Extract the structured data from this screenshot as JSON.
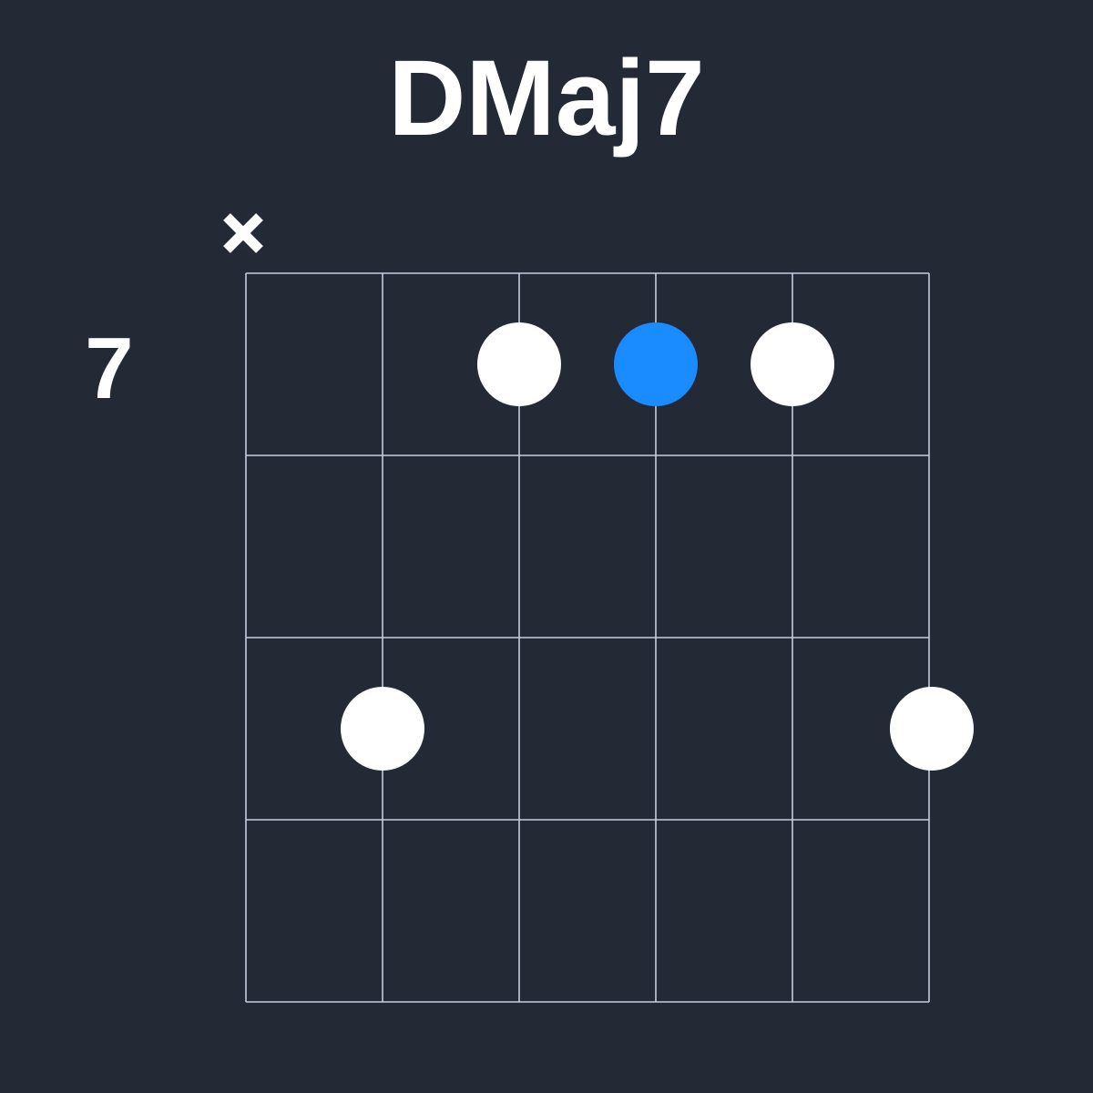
{
  "chord": {
    "name": "DMaj7",
    "base_fret_label": "7",
    "strings": 6,
    "frets_shown": 4,
    "string_markers": [
      {
        "string": 1,
        "marker": "×",
        "meaning": "muted"
      }
    ],
    "fingering": [
      {
        "string": 2,
        "fret": 3,
        "root": false
      },
      {
        "string": 3,
        "fret": 1,
        "root": false
      },
      {
        "string": 4,
        "fret": 1,
        "root": true
      },
      {
        "string": 5,
        "fret": 1,
        "root": false
      },
      {
        "string": 6,
        "fret": 3,
        "root": false
      }
    ]
  },
  "colors": {
    "background": "#242936",
    "grid": "#c8cce0",
    "dot": "#ffffff",
    "root_dot": "#1a8cff",
    "text": "#ffffff"
  }
}
